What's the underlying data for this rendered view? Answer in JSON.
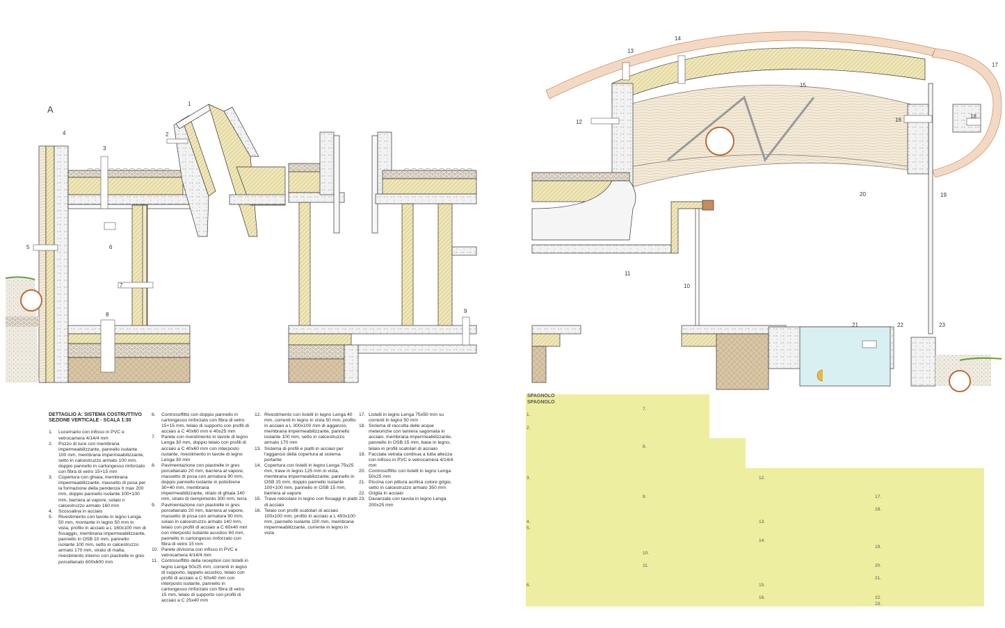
{
  "drawing": {
    "detail_letter": "A",
    "callouts_left": [
      "1",
      "2",
      "3",
      "4",
      "5",
      "6",
      "7",
      "8",
      "9"
    ],
    "callouts_right": [
      "10",
      "11",
      "12",
      "13",
      "14",
      "15",
      "16",
      "17",
      "18",
      "19",
      "20",
      "21",
      "22",
      "23"
    ]
  },
  "legend": {
    "title_line1": "DETTAGLIO A: SISTEMA COSTRUTTIVO",
    "title_line2": "SEZIONE VERTICALE - SCALA 1:30",
    "items": [
      {
        "n": "1.",
        "t": "Lucernario con infisso in PVC e vetrocamera 4/14/4 mm"
      },
      {
        "n": "2.",
        "t": "Pozzo di luce con membrana impermeabilizzante, pannello isolante 100 mm, membrana impermeabilizzante, setto in calcestruzzo armato 100 mm, doppio pannello in cartongesso rinforzato con fibra di vetro 15+15 mm"
      },
      {
        "n": "3.",
        "t": "Copertura con ghiaia, membrana impermeabilizzante, massetto di posa per la formazione della pendenza h max 200 mm, doppio pannello isolante 100+100 mm, barriera al vapore, solaio n calcestruzzo armato 160 mm"
      },
      {
        "n": "4.",
        "t": "Scossalina in acciaio"
      },
      {
        "n": "5.",
        "t": "Rivestimento con tavole in legno Lenga 50 mm, montante in legno 50 mm in vista, profilo in acciaio a L 160x100 mm di fissaggio, membrana impermeabilizzante, pannello in OSB 10 mm, pannello isolante 100 mm, setto in calcestruzzo armato 170 mm, strato di malta, rivestimento interno con piastrelle in gres porcellanato 600x600 mm"
      },
      {
        "n": "6.",
        "t": "Controsoffitto con doppio pannello in cartongesso rinforzato con fibra di vetro 15+15 mm, telaio di supporto con profili di acciaio a C 40x60 mm e 40x25 mm"
      },
      {
        "n": "7.",
        "t": "Parete con rivestimento in tavole di legno Lenga 30 mm, doppio telaio con profili di acciaio a C 40x60 mm con interposto isolante, rivestimento in tavole di legno Lenga 30 mm"
      },
      {
        "n": "8.",
        "t": "Pavimentazione con piastrelle in gres porcellanato 20 mm, barriera al vapore, massetto di posa con armatura 90 mm, doppio pannello isolante in polistirene 30+40 mm, membrana impermeabilizzante, strato di ghiaia 140 mm, strato di riempimento 300 mm, terra"
      },
      {
        "n": "9.",
        "t": "Pavimentazione con piastrelle in gres porcellanato 20 mm, barriera al vapore, massetto di posa con armatura 90 mm, solaio in calcestruzzo armato 140 mm, telaio con profili di acciaio a C 60x40 mm con interposto isolante acustico 60 mm, pannello in cartongesso rinforzato con fibra di vetro 15 mm"
      },
      {
        "n": "10.",
        "t": "Parete divisoria con infisso in PVC e vetrocamera 4/14/4 mm"
      },
      {
        "n": "11.",
        "t": "Controsoffitto della reception con listelli in legno Lenga 50x25 mm, correnti in legno di supporto, tappeto acustico, telaio con profili di acciaio a C 60x40 mm con interposto isolante, pannello in cartongesso rinforzato con fibra di vetro 15 mm, telaio di supporto con profili di acciaio a C 25x40 mm"
      },
      {
        "n": "12.",
        "t": "Rivestimento con listelli in legno Lenga 40 mm, correnti in legno in vista 50 mm, profilo in acciaio a L 300x100 mm di aggancio, membrana impermeabilizzante, pannello isolante 100 mm, setto in calcestruzzo armato 170 mm"
      },
      {
        "n": "13.",
        "t": "Sistema di profili e piatti in acciaio per l'aggancio della copertura al sistema portante"
      },
      {
        "n": "14.",
        "t": "Copertura con listelli in legno Lenga 75x25 mm, trave in legno 125 mm in vista, membrana impermeabilizzante, pannello in OSB 15 mm, doppio pannello isolante 100+100 mm, pannello in OSB 15 mm, barriera al vapore"
      },
      {
        "n": "15.",
        "t": "Trave reticolare in legno con fissaggi in piatti di acciaio"
      },
      {
        "n": "16.",
        "t": "Telaio con profili scatolari di acciaio 100x100 mm, profilo in acciaio a L 450x100 mm, pannello isolante 100 mm, membrana impermeabilizzante, corrente in legno in vista"
      },
      {
        "n": "17.",
        "t": "Listelli in legno Lenga 75x50 mm su correnti in legno 50 mm"
      },
      {
        "n": "18.",
        "t": "Sistema di raccolta delle acque meteoriche con lamiera sagomata in acciaio, membrana impermeabilizzante, pannello in OSB 15 mm, base in legno, telaio in profili scatolari di acciaio"
      },
      {
        "n": "19.",
        "t": "Facciata vetrata continua a tutta altezza con infisso in PVC e vetrocamera 4/14/4 mm"
      },
      {
        "n": "20.",
        "t": "Controsoffitto con listelli in legno Lenga 50x25 mm"
      },
      {
        "n": "21.",
        "t": "Piscina con pittura acrilica colore grigio, setto in calcestruzzo armato 350 mm"
      },
      {
        "n": "22.",
        "t": "Griglia in acciaio"
      },
      {
        "n": "23.",
        "t": "Davanzale con tavola in legno Lenga 200x25 mm"
      }
    ]
  },
  "translation_box": {
    "heading1": "SPAGNOLO",
    "heading2": "SPAGNOLO",
    "numbers": [
      "1.",
      "2.",
      "3.",
      "4.",
      "5.",
      "6.",
      "7.",
      "8.",
      "9.",
      "10.",
      "11.",
      "12.",
      "13.",
      "14.",
      "15.",
      "16.",
      "17.",
      "18.",
      "19.",
      "20.",
      "21.",
      "22.",
      "23."
    ]
  },
  "colors": {
    "concrete": "#eeeeee",
    "insulation": "#efe6b8",
    "gravel": "#d9d0bd",
    "wood": "#dcc79a",
    "brick": "#c98a5a",
    "water": "#d9f0f2",
    "pipe": "#c0682f",
    "yellow_box": "#eeeea0",
    "line": "#333333"
  }
}
